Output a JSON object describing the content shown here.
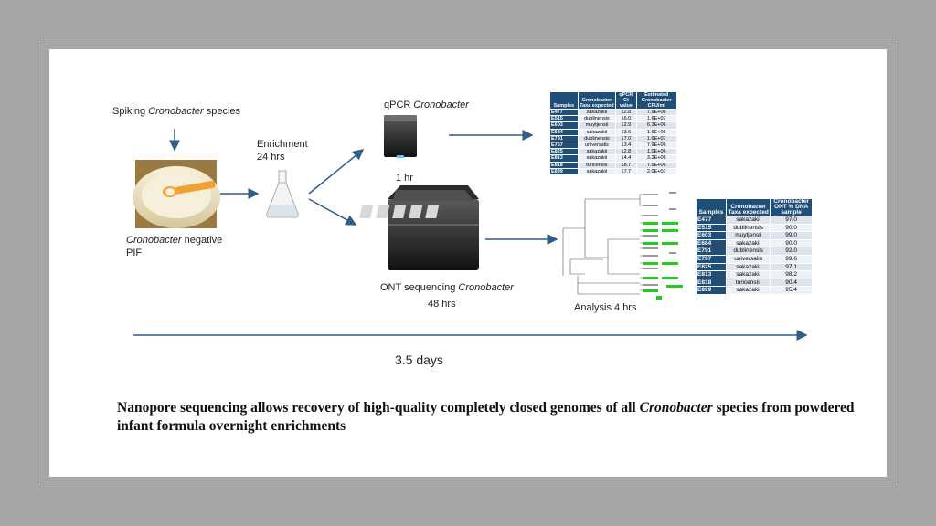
{
  "labels": {
    "spiking_pre": "Spiking ",
    "spiking_italic": "Cronobacter",
    "spiking_post": " species",
    "pif_italic": "Cronobacter",
    "pif_post": " negative",
    "pif_line2": "PIF",
    "enrichment": "Enrichment",
    "enrichment_time": "24 hrs",
    "qpcr_pre": "qPCR ",
    "qpcr_italic": "Cronobacter",
    "qpcr_time": "1 hr",
    "ont_pre": "ONT sequencing ",
    "ont_italic": "Cronobacter",
    "ont_time": "48 hrs",
    "analysis": "Analysis 4 hrs",
    "total_time": "3.5 days"
  },
  "caption": {
    "pre": "Nanopore sequencing allows recovery of high-quality completely closed genomes of all ",
    "italic": "Cronobacter",
    "post": " species from powdered infant formula overnight enrichments"
  },
  "qpcr_table": {
    "headers": [
      "Samples",
      "Cronobacter Taxa expected",
      "qPCR Ct value",
      "Estimated Cronobacter CFU/ml"
    ],
    "rows": [
      [
        "E477",
        "sakazakii",
        "12.8",
        "7.9E+06"
      ],
      [
        "E515",
        "dublinensis",
        "16.0",
        "1.6E+07"
      ],
      [
        "E603",
        "muytjensii",
        "12.9",
        "6.3E+06"
      ],
      [
        "E684",
        "sakazakii",
        "13.6",
        "1.6E+06"
      ],
      [
        "E791",
        "dublinensis",
        "17.0",
        "1.6E+07"
      ],
      [
        "E767",
        "universalis",
        "13.4",
        "7.9E+06"
      ],
      [
        "E825",
        "sakazakii",
        "12.8",
        "1.0E+06"
      ],
      [
        "E813",
        "sakazakii",
        "14.4",
        "3.2E+06"
      ],
      [
        "E818",
        "turicensis",
        "18.7",
        "7.9E+06"
      ],
      [
        "E899",
        "sakazakii",
        "17.7",
        "2.0E+07"
      ]
    ]
  },
  "ont_table": {
    "headers": [
      "Samples",
      "Cronobacter Taxa expected",
      "Cronobacter ONT % DNA sample"
    ],
    "rows": [
      [
        "E477",
        "sakazakii",
        "97.0"
      ],
      [
        "E515",
        "dublinensis",
        "90.0"
      ],
      [
        "E603",
        "muytjensii",
        "99.0"
      ],
      [
        "E684",
        "sakazakii",
        "90.0"
      ],
      [
        "E791",
        "dublinensis",
        "92.0"
      ],
      [
        "E797",
        "universalis",
        "99.6"
      ],
      [
        "E825",
        "sakazakii",
        "97.1"
      ],
      [
        "E813",
        "sakazakii",
        "98.2"
      ],
      [
        "E818",
        "turicensis",
        "90.4"
      ],
      [
        "E899",
        "sakazakii",
        "95.4"
      ]
    ]
  },
  "colors": {
    "arrow": "#2e5d8a",
    "table_header": "#1f4e79",
    "highlight": "#22cc22"
  }
}
